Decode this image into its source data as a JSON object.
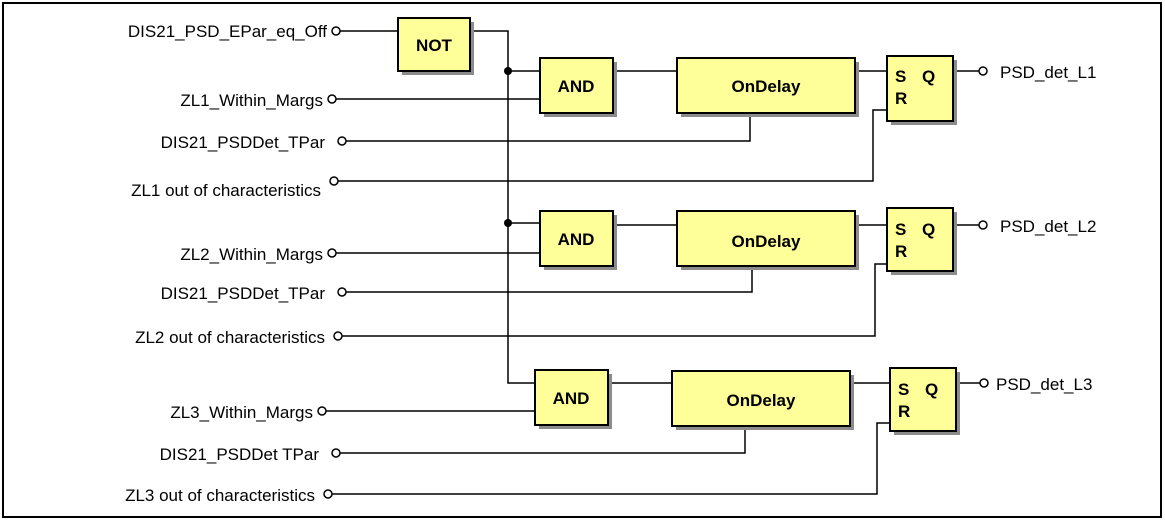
{
  "colors": {
    "block_fill": "#ffff99",
    "line": "#000000",
    "background": "#ffffff"
  },
  "blocks": {
    "not_label": "NOT",
    "and_label": "AND",
    "ondelay_label": "OnDelay",
    "sr_s": "S",
    "sr_q": "Q",
    "sr_r": "R"
  },
  "inputs": {
    "epar": "DIS21_PSD_EPar_eq_Off",
    "l1_within": "ZL1_Within_Margs",
    "l1_tpar": "DIS21_PSDDet_TPar",
    "l1_out": "ZL1 out of characteristics",
    "l2_within": "ZL2_Within_Margs",
    "l2_tpar": "DIS21_PSDDet_TPar",
    "l2_out": "ZL2 out of characteristics",
    "l3_within": "ZL3_Within_Margs",
    "l3_tpar": "DIS21_PSDDet TPar",
    "l3_out": "ZL3 out of characteristics"
  },
  "outputs": {
    "l1": "PSD_det_L1",
    "l2": "PSD_det_L2",
    "l3": "PSD_det_L3"
  }
}
